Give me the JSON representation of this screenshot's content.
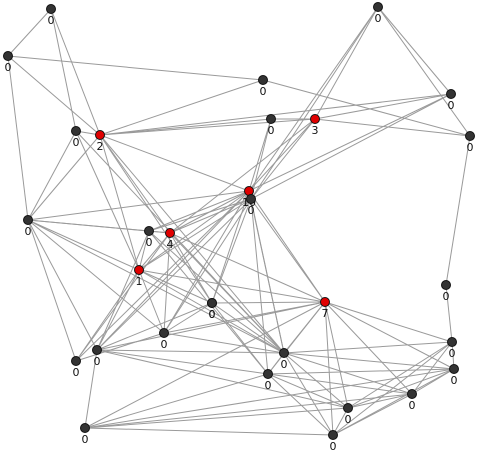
{
  "graph": {
    "node_colors": {
      "default": "#333333",
      "highlight": "#e00000",
      "stroke": "#111111"
    },
    "nodes": [
      {
        "id": "n1",
        "label": "0",
        "highlight": false
      },
      {
        "id": "n2",
        "label": "0",
        "highlight": false
      },
      {
        "id": "n3",
        "label": "0",
        "highlight": false
      },
      {
        "id": "n4",
        "label": "0",
        "highlight": false
      },
      {
        "id": "n5",
        "label": "2",
        "highlight": true
      },
      {
        "id": "n6",
        "label": "0",
        "highlight": false
      },
      {
        "id": "n7",
        "label": "0",
        "highlight": false
      },
      {
        "id": "n8",
        "label": "3",
        "highlight": true
      },
      {
        "id": "n9",
        "label": "0",
        "highlight": false
      },
      {
        "id": "n10",
        "label": "0",
        "highlight": false
      },
      {
        "id": "n11",
        "label": "0",
        "highlight": false
      },
      {
        "id": "n12",
        "label": "10",
        "highlight": true
      },
      {
        "id": "n13",
        "label": "0",
        "highlight": false
      },
      {
        "id": "n14",
        "label": "0",
        "highlight": false
      },
      {
        "id": "n15",
        "label": "0",
        "highlight": false
      },
      {
        "id": "n16",
        "label": "4",
        "highlight": true
      },
      {
        "id": "n17",
        "label": "1",
        "highlight": true
      },
      {
        "id": "n18",
        "label": "0",
        "highlight": false
      },
      {
        "id": "n19",
        "label": "7",
        "highlight": true
      },
      {
        "id": "n20",
        "label": "0",
        "highlight": false
      },
      {
        "id": "n21",
        "label": "0",
        "highlight": false
      },
      {
        "id": "n22",
        "label": "0",
        "highlight": false
      },
      {
        "id": "n23",
        "label": "0",
        "highlight": false
      },
      {
        "id": "n24",
        "label": "0",
        "highlight": false
      },
      {
        "id": "n25",
        "label": "0",
        "highlight": false
      },
      {
        "id": "n26",
        "label": "0",
        "highlight": false
      },
      {
        "id": "n27",
        "label": "0",
        "highlight": false
      },
      {
        "id": "n28",
        "label": "0",
        "highlight": false
      },
      {
        "id": "n29",
        "label": "0",
        "highlight": false
      },
      {
        "id": "n30",
        "label": "0",
        "highlight": false
      },
      {
        "id": "n31",
        "label": "0",
        "highlight": false
      }
    ],
    "edges": [
      [
        "n1",
        "n2"
      ],
      [
        "n1",
        "n5"
      ],
      [
        "n1",
        "n6"
      ],
      [
        "n2",
        "n5"
      ],
      [
        "n2",
        "n10"
      ],
      [
        "n3",
        "n8"
      ],
      [
        "n3",
        "n12"
      ],
      [
        "n3",
        "n13"
      ],
      [
        "n3",
        "n7"
      ],
      [
        "n3",
        "n11"
      ],
      [
        "n4",
        "n5"
      ],
      [
        "n4",
        "n11"
      ],
      [
        "n5",
        "n6"
      ],
      [
        "n5",
        "n12"
      ],
      [
        "n5",
        "n16"
      ],
      [
        "n5",
        "n17"
      ],
      [
        "n5",
        "n18"
      ],
      [
        "n5",
        "n21"
      ],
      [
        "n5",
        "n7"
      ],
      [
        "n5",
        "n10"
      ],
      [
        "n5",
        "n9"
      ],
      [
        "n5",
        "n8"
      ],
      [
        "n6",
        "n10"
      ],
      [
        "n6",
        "n17"
      ],
      [
        "n6",
        "n21"
      ],
      [
        "n7",
        "n8"
      ],
      [
        "n7",
        "n12"
      ],
      [
        "n7",
        "n13"
      ],
      [
        "n8",
        "n11"
      ],
      [
        "n8",
        "n13"
      ],
      [
        "n8",
        "n9"
      ],
      [
        "n8",
        "n16"
      ],
      [
        "n8",
        "n12"
      ],
      [
        "n9",
        "n12"
      ],
      [
        "n9",
        "n13"
      ],
      [
        "n10",
        "n16"
      ],
      [
        "n10",
        "n15"
      ],
      [
        "n10",
        "n22"
      ],
      [
        "n10",
        "n20"
      ],
      [
        "n10",
        "n17"
      ],
      [
        "n10",
        "n12"
      ],
      [
        "n11",
        "n14"
      ],
      [
        "n12",
        "n13"
      ],
      [
        "n12",
        "n16"
      ],
      [
        "n12",
        "n17"
      ],
      [
        "n12",
        "n15"
      ],
      [
        "n12",
        "n18"
      ],
      [
        "n12",
        "n19"
      ],
      [
        "n12",
        "n21"
      ],
      [
        "n12",
        "n22"
      ],
      [
        "n12",
        "n23"
      ],
      [
        "n12",
        "n20"
      ],
      [
        "n13",
        "n16"
      ],
      [
        "n13",
        "n17"
      ],
      [
        "n13",
        "n15"
      ],
      [
        "n13",
        "n18"
      ],
      [
        "n13",
        "n19"
      ],
      [
        "n13",
        "n23"
      ],
      [
        "n13",
        "n24"
      ],
      [
        "n13",
        "n21"
      ],
      [
        "n13",
        "n20"
      ],
      [
        "n14",
        "n25"
      ],
      [
        "n15",
        "n16"
      ],
      [
        "n15",
        "n17"
      ],
      [
        "n15",
        "n21"
      ],
      [
        "n15",
        "n23"
      ],
      [
        "n15",
        "n24"
      ],
      [
        "n16",
        "n17"
      ],
      [
        "n16",
        "n18"
      ],
      [
        "n16",
        "n19"
      ],
      [
        "n16",
        "n21"
      ],
      [
        "n16",
        "n22"
      ],
      [
        "n16",
        "n20"
      ],
      [
        "n17",
        "n18"
      ],
      [
        "n17",
        "n21"
      ],
      [
        "n17",
        "n23"
      ],
      [
        "n17",
        "n19"
      ],
      [
        "n17",
        "n20"
      ],
      [
        "n17",
        "n22"
      ],
      [
        "n18",
        "n19"
      ],
      [
        "n18",
        "n21"
      ],
      [
        "n18",
        "n23"
      ],
      [
        "n18",
        "n24"
      ],
      [
        "n18",
        "n20"
      ],
      [
        "n19",
        "n20"
      ],
      [
        "n19",
        "n21"
      ],
      [
        "n19",
        "n23"
      ],
      [
        "n19",
        "n24"
      ],
      [
        "n19",
        "n25"
      ],
      [
        "n19",
        "n26"
      ],
      [
        "n19",
        "n27"
      ],
      [
        "n19",
        "n28"
      ],
      [
        "n19",
        "n29"
      ],
      [
        "n19",
        "n30"
      ],
      [
        "n20",
        "n21"
      ],
      [
        "n20",
        "n22"
      ],
      [
        "n21",
        "n23"
      ],
      [
        "n21",
        "n24"
      ],
      [
        "n21",
        "n26"
      ],
      [
        "n21",
        "n28"
      ],
      [
        "n21",
        "n29"
      ],
      [
        "n21",
        "n25"
      ],
      [
        "n21",
        "n30"
      ],
      [
        "n23",
        "n24"
      ],
      [
        "n23",
        "n26"
      ],
      [
        "n23",
        "n27"
      ],
      [
        "n24",
        "n26"
      ],
      [
        "n24",
        "n27"
      ],
      [
        "n24",
        "n28"
      ],
      [
        "n24",
        "n29"
      ],
      [
        "n24",
        "n30"
      ],
      [
        "n25",
        "n26"
      ],
      [
        "n25",
        "n28"
      ],
      [
        "n25",
        "n29"
      ],
      [
        "n25",
        "n30"
      ],
      [
        "n26",
        "n27"
      ],
      [
        "n26",
        "n28"
      ],
      [
        "n26",
        "n29"
      ],
      [
        "n26",
        "n30"
      ],
      [
        "n27",
        "n28"
      ],
      [
        "n27",
        "n29"
      ],
      [
        "n27",
        "n30"
      ],
      [
        "n28",
        "n29"
      ],
      [
        "n28",
        "n30"
      ],
      [
        "n29",
        "n30"
      ],
      [
        "n10",
        "n23"
      ],
      [
        "n10",
        "n21"
      ],
      [
        "n2",
        "n4"
      ]
    ]
  }
}
